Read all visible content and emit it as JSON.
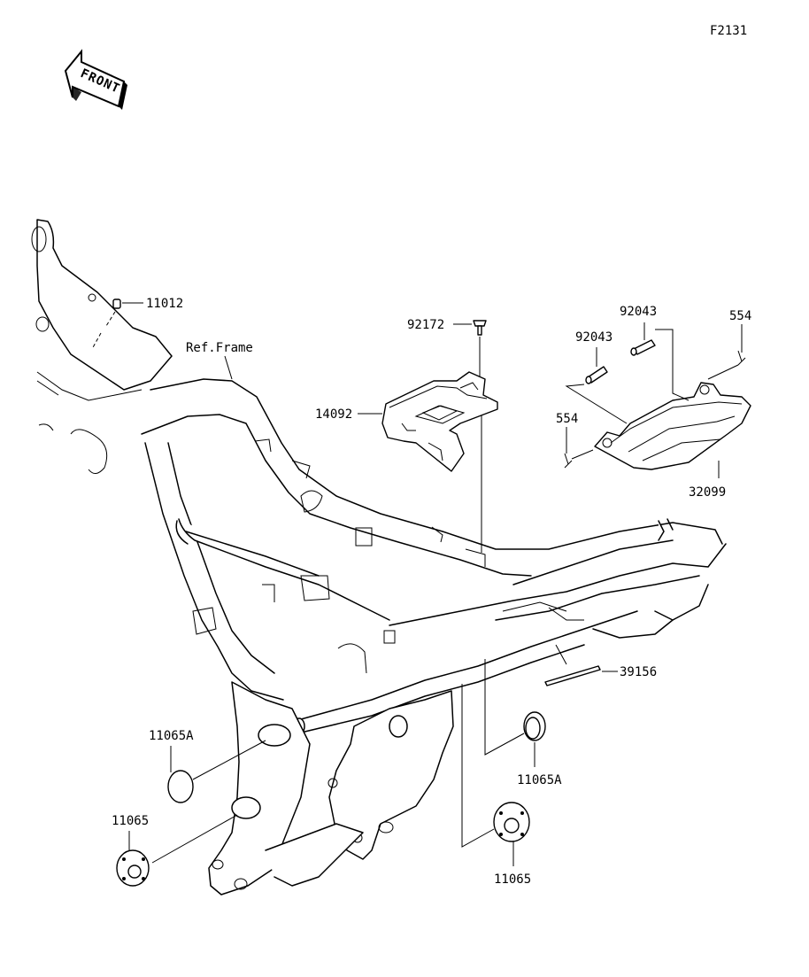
{
  "figure_code": "F2131",
  "front_label": "FRONT",
  "ref_frame_label": "Ref.Frame",
  "parts": {
    "p11012": "11012",
    "p92172": "92172",
    "p14092": "14092",
    "p92043_a": "92043",
    "p92043_b": "92043",
    "p554_a": "554",
    "p554_b": "554",
    "p32099": "32099",
    "p39156": "39156",
    "p11065A_left": "11065A",
    "p11065_left": "11065",
    "p11065A_right": "11065A",
    "p11065_right": "11065"
  }
}
